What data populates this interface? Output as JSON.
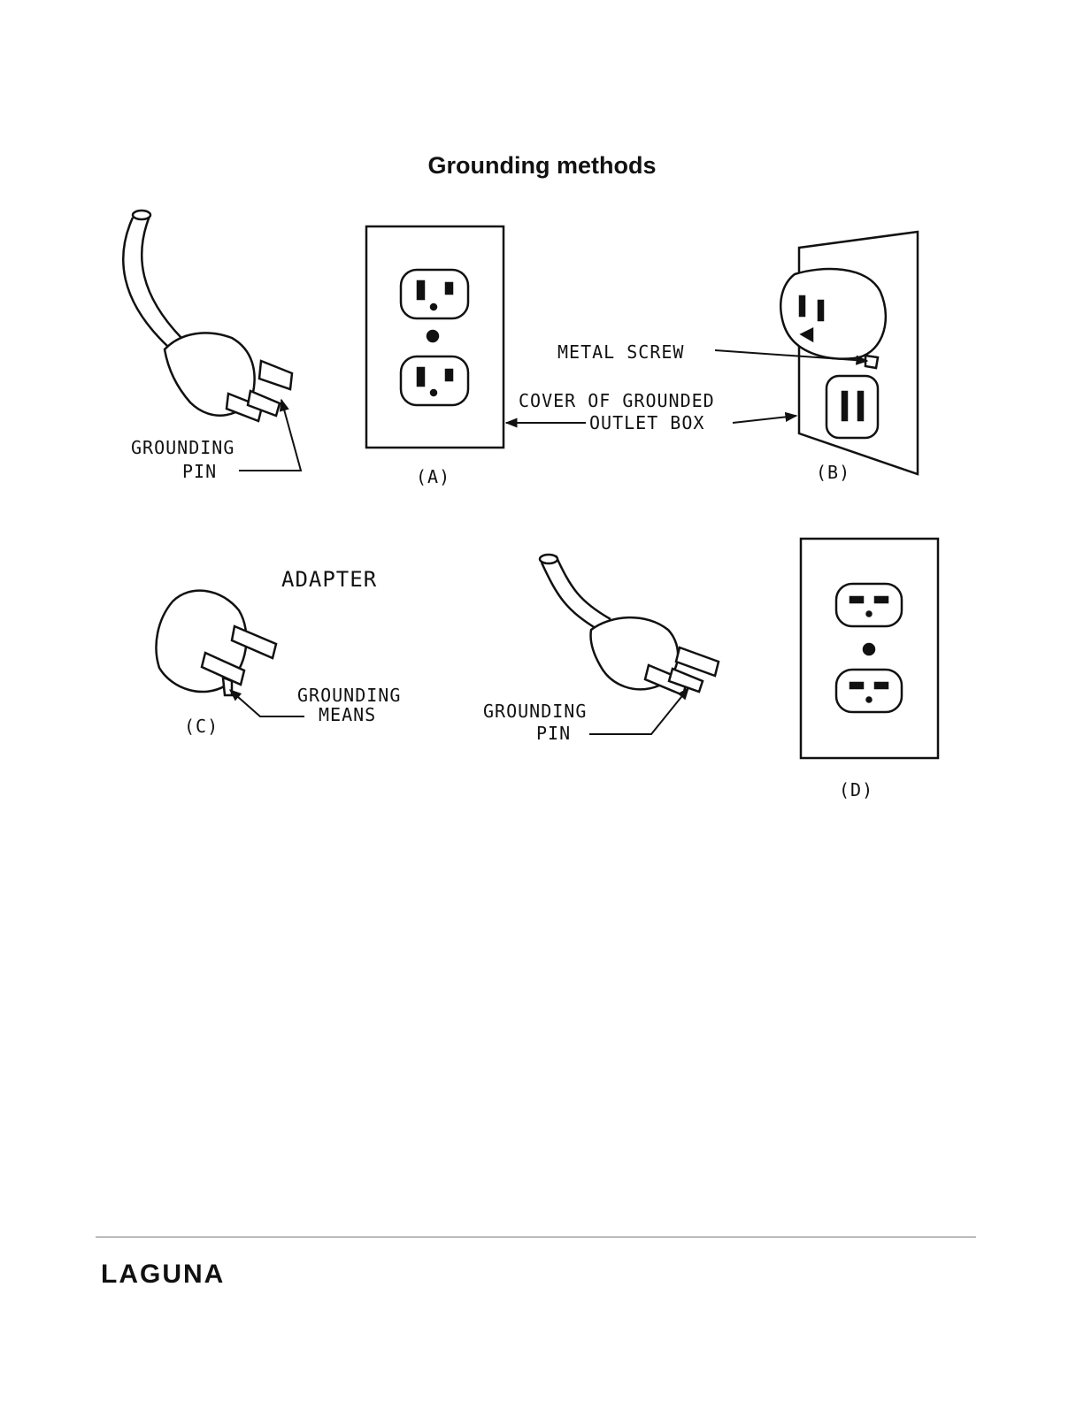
{
  "title": "Grounding methods",
  "labels": {
    "grounding_pin_1": "GROUNDING",
    "grounding_pin_1b": "PIN",
    "fig_a": "(A)",
    "fig_b": "(B)",
    "fig_c": "(C)",
    "fig_d": "(D)",
    "metal_screw": "METAL SCREW",
    "cover_1": "COVER OF GROUNDED",
    "cover_2": "OUTLET BOX",
    "adapter": "ADAPTER",
    "grounding_means_1": "GROUNDING",
    "grounding_means_2": "MEANS",
    "grounding_pin_2": "GROUNDING",
    "grounding_pin_2b": "PIN"
  },
  "footer": {
    "logo": "LAGUNA"
  },
  "colors": {
    "ink": "#111111",
    "paper": "#ffffff",
    "rule": "#777777"
  }
}
